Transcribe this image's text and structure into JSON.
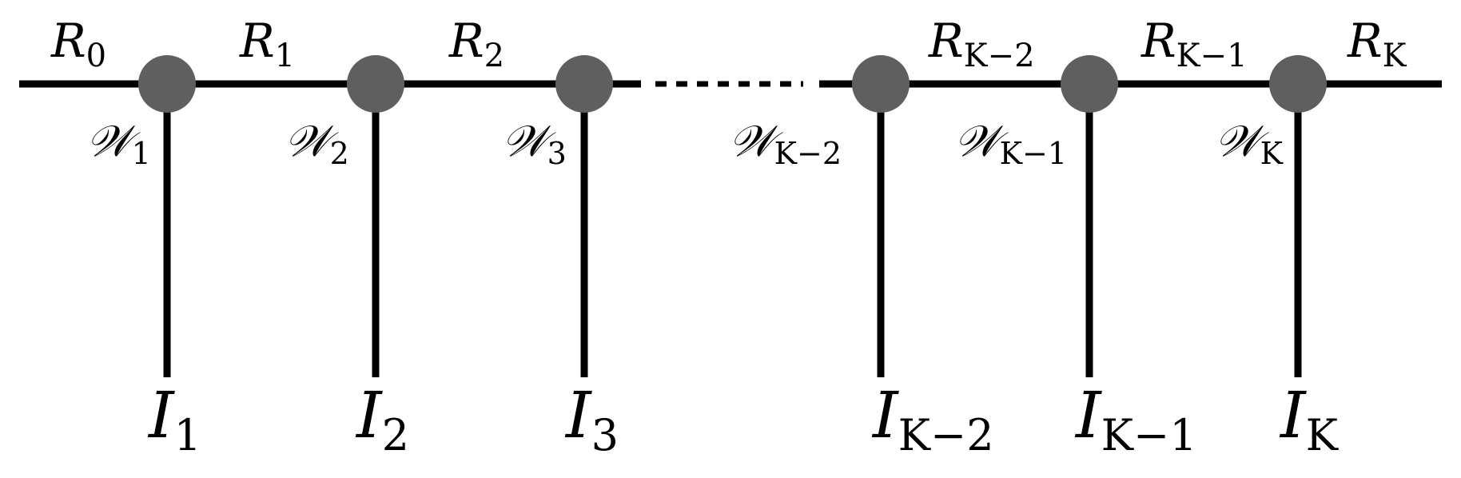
{
  "bonds": [
    {
      "base": "R",
      "sub": "0"
    },
    {
      "base": "R",
      "sub": "1"
    },
    {
      "base": "R",
      "sub": "2"
    },
    {
      "base": "R",
      "sub": "K−2"
    },
    {
      "base": "R",
      "sub": "K−1"
    },
    {
      "base": "R",
      "sub": "K"
    }
  ],
  "cores": [
    {
      "base": "𝒲",
      "sub": "1"
    },
    {
      "base": "𝒲",
      "sub": "2"
    },
    {
      "base": "𝒲",
      "sub": "3"
    },
    {
      "base": "𝒲",
      "sub": "K−2"
    },
    {
      "base": "𝒲",
      "sub": "K−1"
    },
    {
      "base": "𝒲",
      "sub": "K"
    }
  ],
  "indices": [
    {
      "base": "I",
      "sub": "1"
    },
    {
      "base": "I",
      "sub": "2"
    },
    {
      "base": "I",
      "sub": "3"
    },
    {
      "base": "I",
      "sub": "K−2"
    },
    {
      "base": "I",
      "sub": "K−1"
    },
    {
      "base": "I",
      "sub": "K"
    }
  ],
  "colors": {
    "node": "#5f5f5f",
    "line": "#000000"
  }
}
